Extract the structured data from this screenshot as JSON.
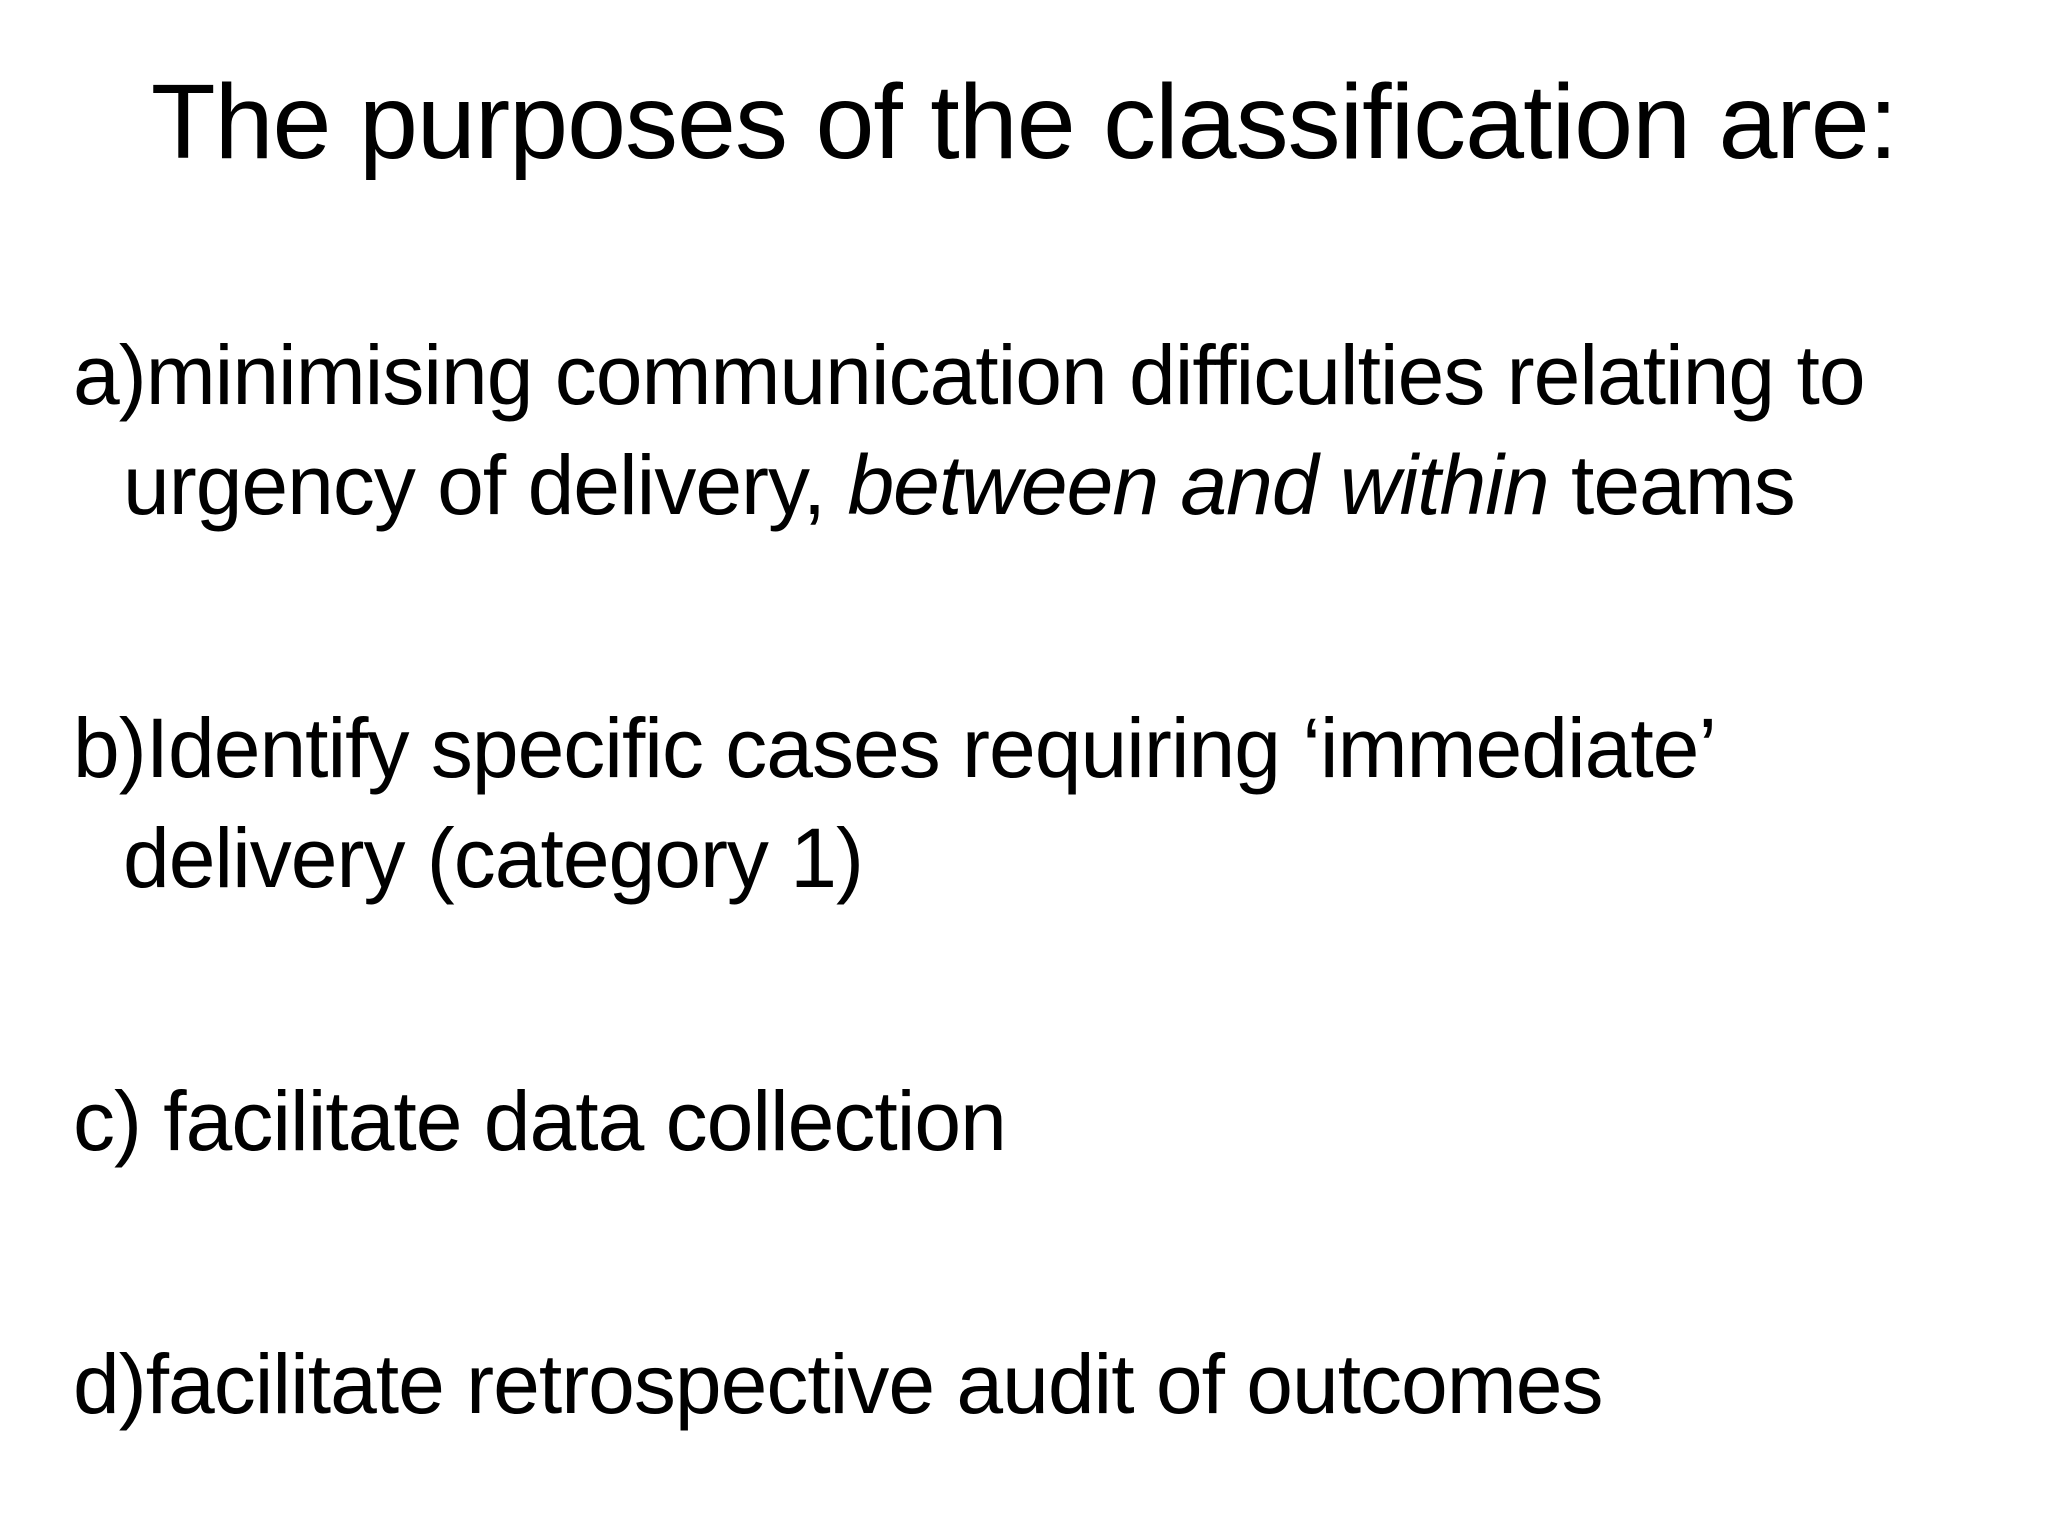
{
  "slide": {
    "title": "The purposes of the classification are:",
    "items": {
      "a": {
        "line1": "a)minimising communication difficulties relating to",
        "line2_start": "urgency of delivery, ",
        "line2_italic": "between and within",
        "line2_end": " teams"
      },
      "b": {
        "line1": "b)Identify specific cases requiring ‘immediate’",
        "line2": "delivery (category 1)"
      },
      "c": {
        "line1": "c) facilitate data collection"
      },
      "d": {
        "line1": "d)facilitate retrospective audit of outcomes"
      }
    }
  }
}
